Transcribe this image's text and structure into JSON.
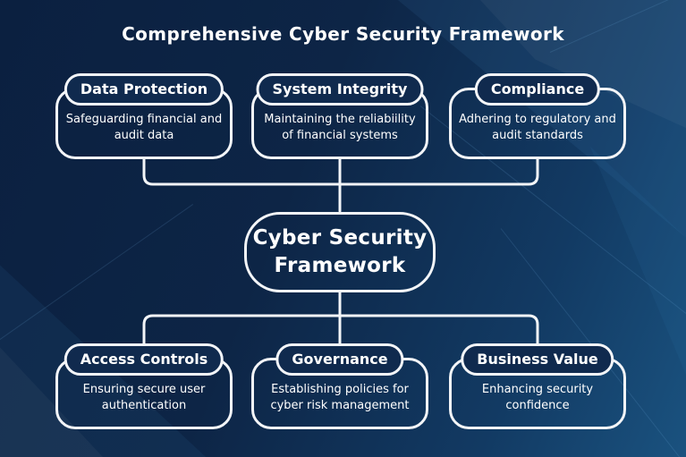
{
  "title": "Comprehensive Cyber Security Framework",
  "center_node": {
    "label": "Cyber Security Framework"
  },
  "top_nodes": [
    {
      "title": "Data Protection",
      "description": "Safeguarding financial and audit data"
    },
    {
      "title": "System Integrity",
      "description": "Maintaining the reliabiility of financial systems"
    },
    {
      "title": "Compliance",
      "description": "Adhering to regulatory and audit standards"
    }
  ],
  "bottom_nodes": [
    {
      "title": "Access Controls",
      "description": "Ensuring secure user authentication"
    },
    {
      "title": "Governance",
      "description": "Establishing policies for cyber risk management"
    },
    {
      "title": "Business Value",
      "description": "Enhancing security confidence"
    }
  ],
  "colors": {
    "background_dark": "#0b2040",
    "background_mid": "#0d2546",
    "background_light": "#1a527f",
    "line": "#f3f5f8",
    "text": "#ffffff",
    "pill_fill": "#102a4e"
  }
}
